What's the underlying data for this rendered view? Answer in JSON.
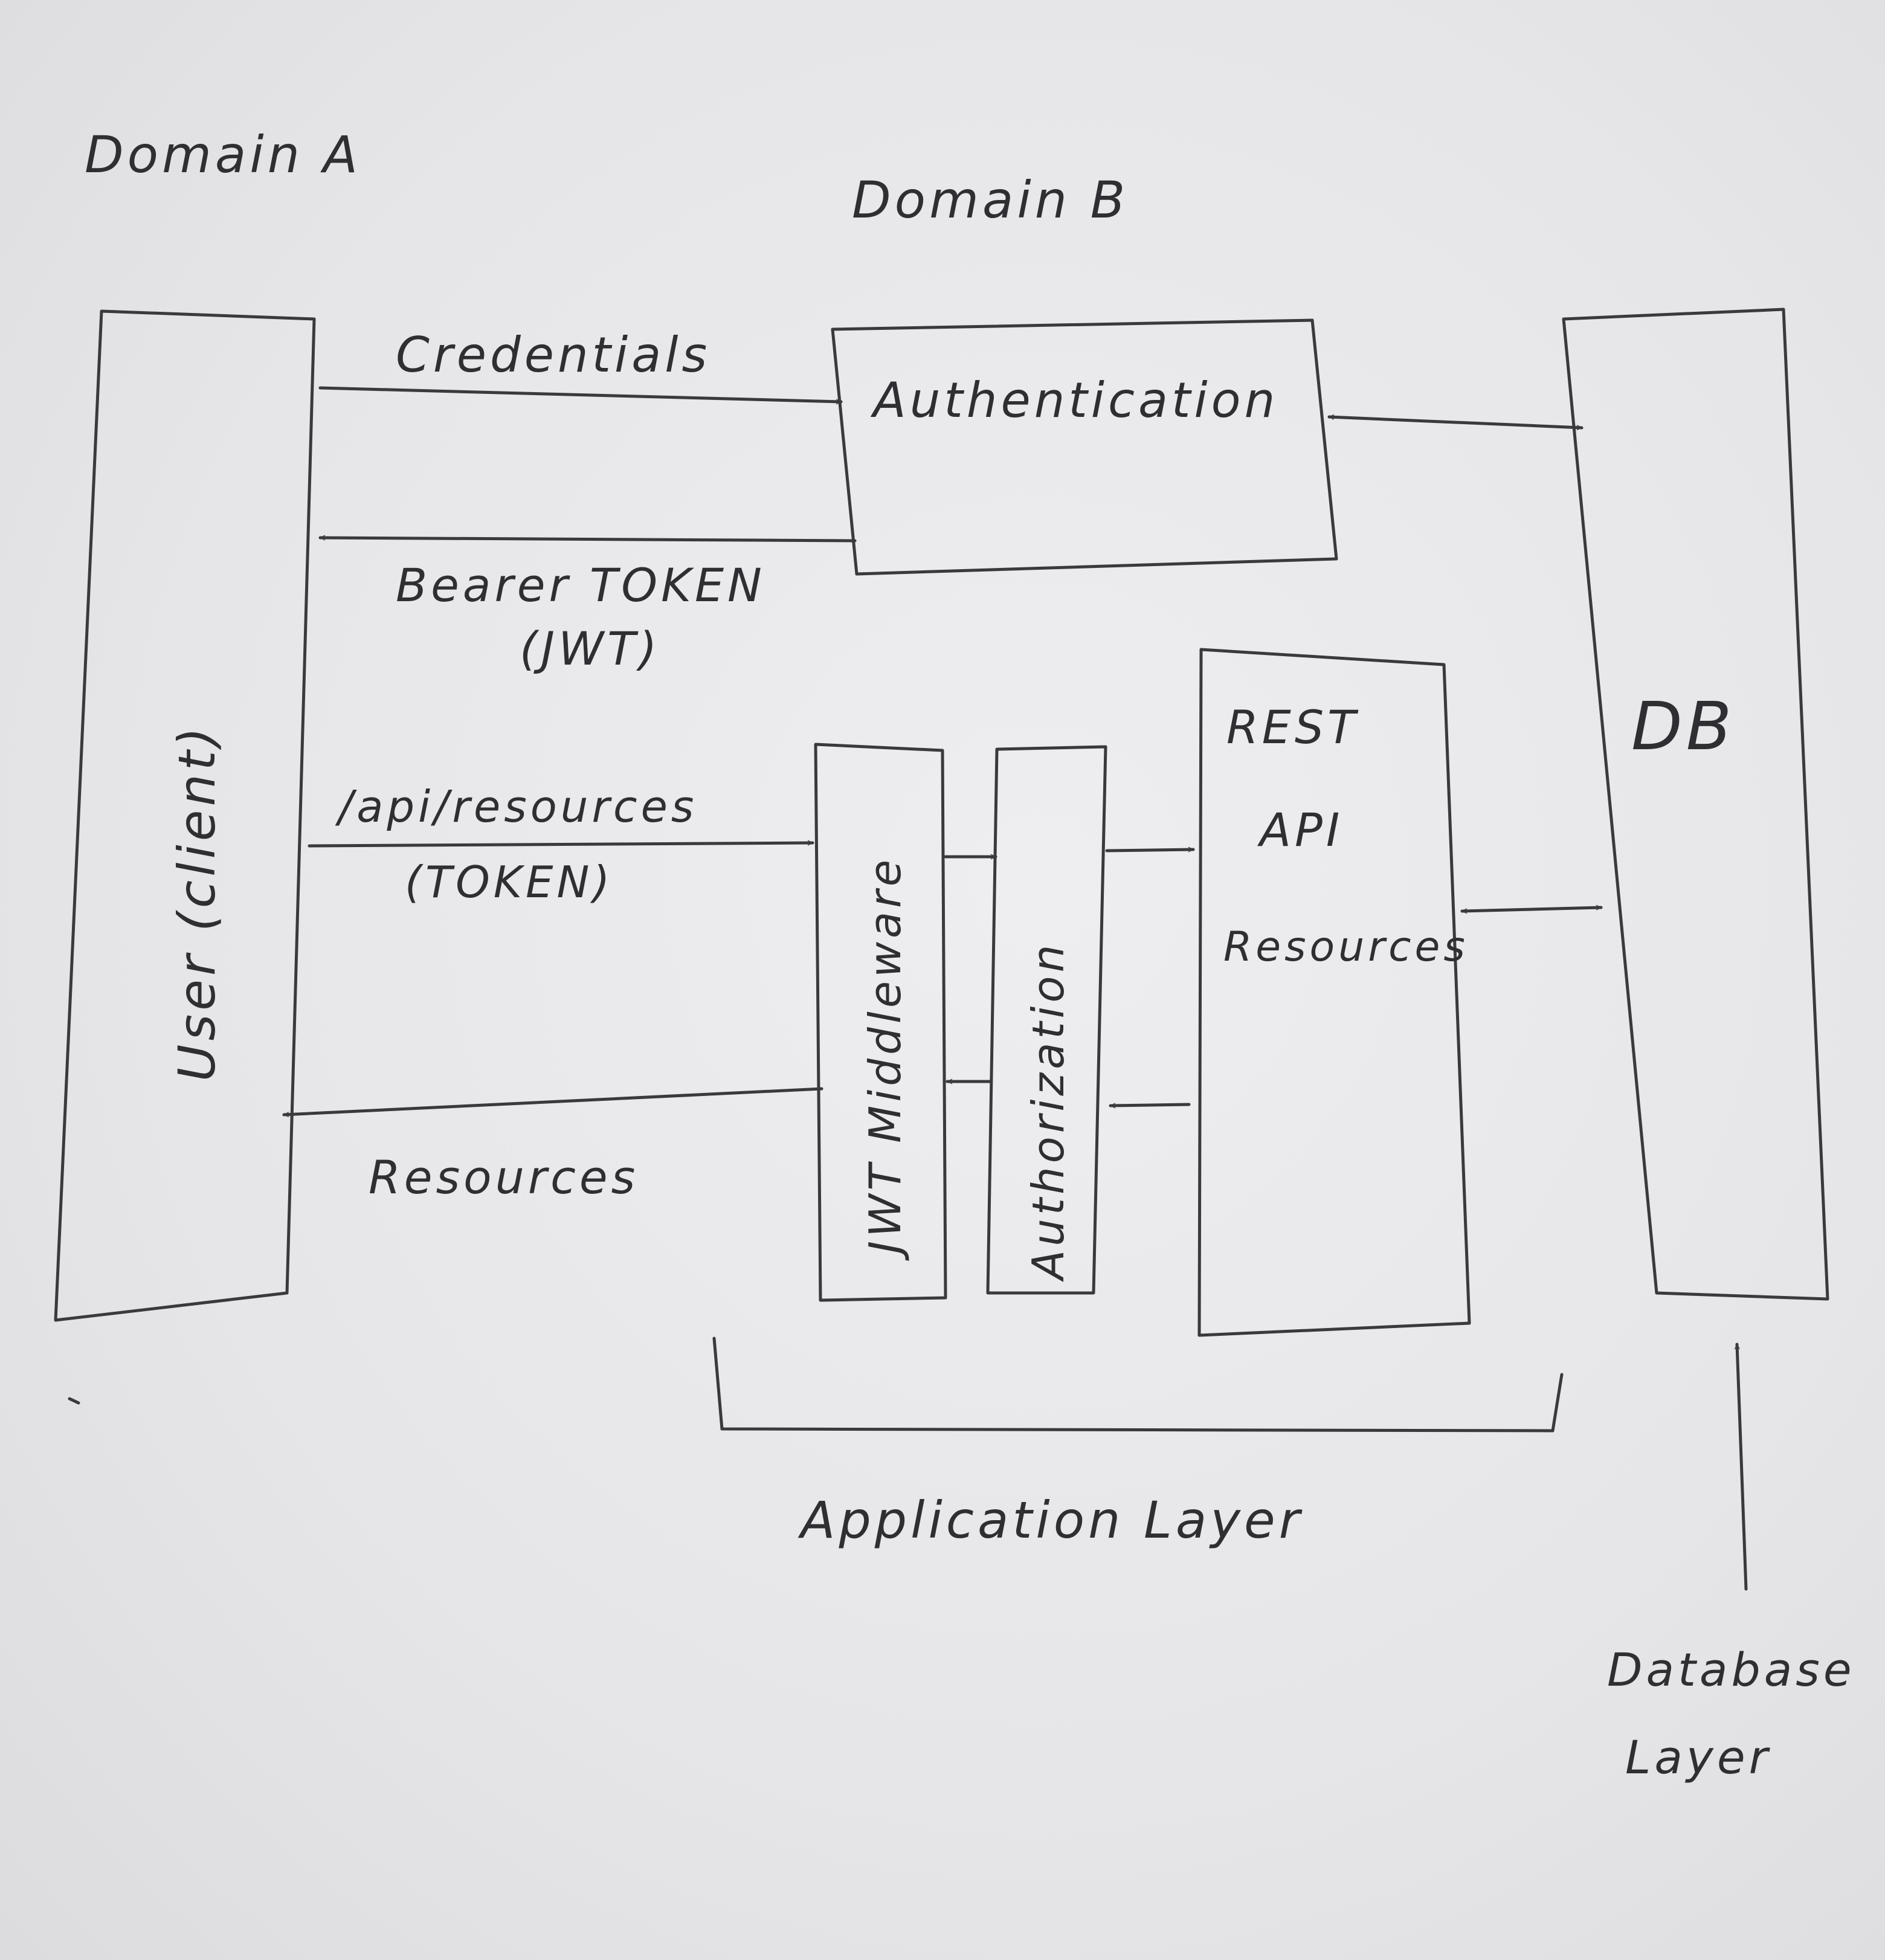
{
  "domains": {
    "a": "Domain A",
    "b": "Domain B"
  },
  "boxes": {
    "client": "User (client)",
    "authentication": "Authentication",
    "jwt_middleware": "JWT Middleware",
    "authorization": "Authorization",
    "rest_api_line1": "REST",
    "rest_api_line2": "API",
    "rest_api_line3": "Resources",
    "db": "DB"
  },
  "arrows": {
    "credentials": "Credentials",
    "bearer_token_line1": "Bearer TOKEN",
    "bearer_token_line2": "(JWT)",
    "api_request_line1": "/api/resources",
    "api_request_line2": "(TOKEN)",
    "resources_response": "Resources"
  },
  "layers": {
    "application": "Application Layer",
    "database_line1": "Database",
    "database_line2": "Layer"
  },
  "colors": {
    "paper": "#e8e8ea",
    "ink": "#3a3a3e"
  }
}
